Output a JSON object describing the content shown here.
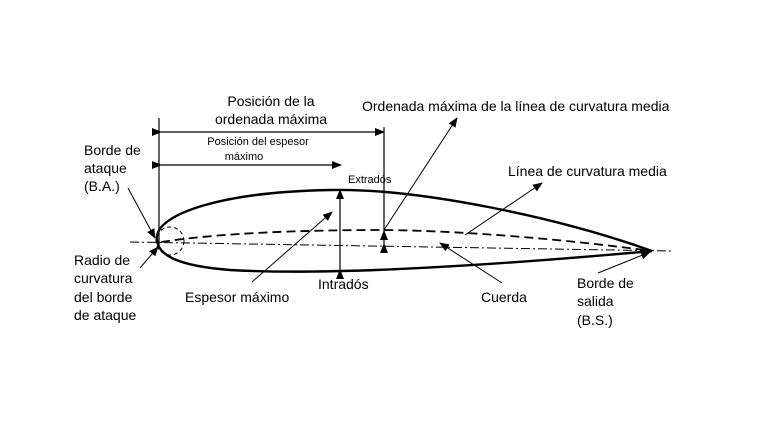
{
  "labels": {
    "posicion_ordenada_1": "Posición de la",
    "posicion_ordenada_2": "ordenada máxima",
    "ordenada_maxima": "Ordenada máxima de la línea de curvatura media",
    "posicion_espesor_1": "Posición del espesor",
    "posicion_espesor_2": "máximo",
    "borde_ataque_1": "Borde de",
    "borde_ataque_2": "ataque",
    "borde_ataque_3": "(B.A.)",
    "extrados": "Extradós",
    "linea_curvatura": "Línea de curvatura media",
    "radio_1": "Radio de",
    "radio_2": "curvatura",
    "radio_3": "del borde",
    "radio_4": "de ataque",
    "espesor_maximo": "Espesor máximo",
    "intrados": "Intradós",
    "cuerda": "Cuerda",
    "borde_salida_1": "Borde de",
    "borde_salida_2": "salida",
    "borde_salida_3": "(B.S.)"
  }
}
